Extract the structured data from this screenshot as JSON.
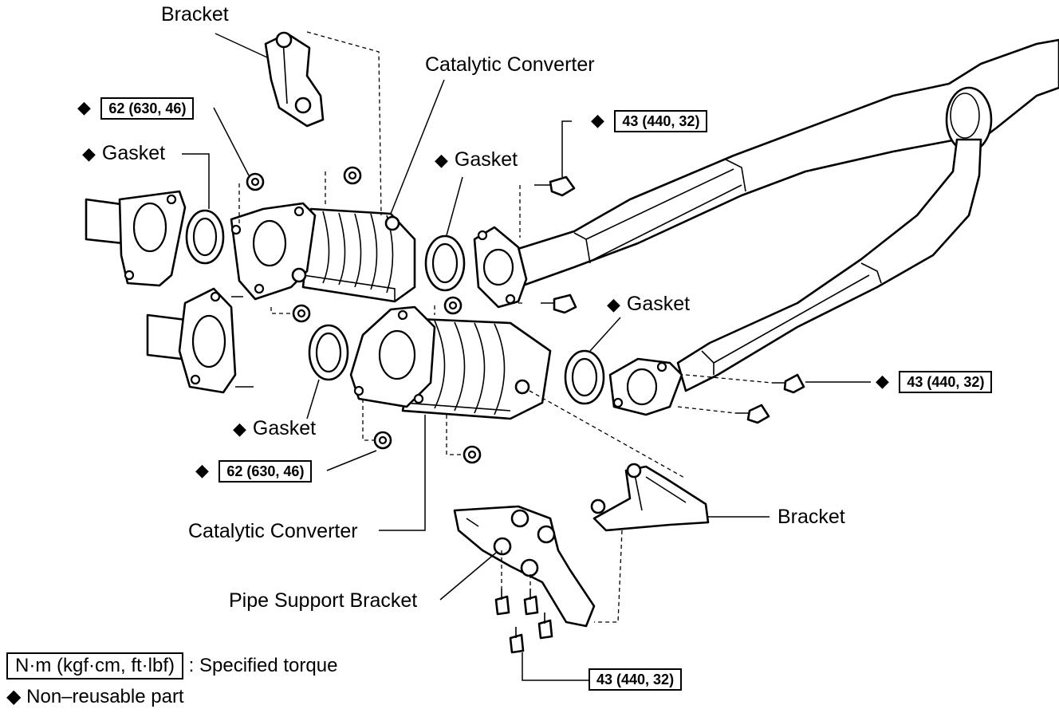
{
  "labels": {
    "bracket_top": "Bracket",
    "catalytic_converter_top": "Catalytic Converter",
    "gasket_left_top": "Gasket",
    "gasket_mid_top": "Gasket",
    "gasket_right": "Gasket",
    "gasket_lower": "Gasket",
    "bracket_right": "Bracket",
    "catalytic_converter_lower": "Catalytic Converter",
    "pipe_support_bracket": "Pipe Support Bracket"
  },
  "torque_specs": {
    "top_left": "62 (630, 46)",
    "top_right": "43 (440, 32)",
    "right": "43 (440, 32)",
    "lower_left": "62 (630, 46)",
    "bottom": "43 (440, 32)"
  },
  "legend": {
    "torque_unit": "N·m (kgf·cm, ft·lbf)",
    "torque_meaning": ": Specified torque",
    "nonreusable_symbol": "◆",
    "nonreusable_meaning": "Non–reusable part"
  },
  "symbols": {
    "diamond": "◆"
  },
  "colors": {
    "line": "#000000",
    "background": "#ffffff"
  }
}
